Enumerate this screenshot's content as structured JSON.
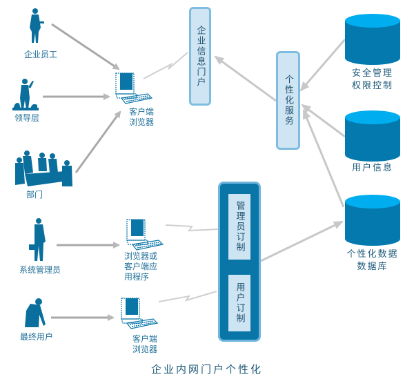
{
  "title": "企业内网门户个性化",
  "actors": [
    {
      "id": "employee",
      "label": "企业员工",
      "icon": "person-standing-icon"
    },
    {
      "id": "leader",
      "label": "领导层",
      "icon": "person-presenting-icon"
    },
    {
      "id": "department",
      "label": "部门",
      "icon": "group-meeting-icon"
    },
    {
      "id": "admin",
      "label": "系统管理员",
      "icon": "businessman-briefcase-icon"
    },
    {
      "id": "enduser",
      "label": "最终用户",
      "icon": "person-bending-icon"
    }
  ],
  "clients": [
    {
      "id": "client1",
      "label_lines": [
        "客户端",
        "浏览器"
      ],
      "icon": "computer-icon"
    },
    {
      "id": "client2",
      "label_lines": [
        "浏览器或",
        "客户端应",
        "用程序"
      ],
      "icon": "computer-icon"
    },
    {
      "id": "client3",
      "label_lines": [
        "客户端",
        "浏览器"
      ],
      "icon": "computer-icon"
    }
  ],
  "portal": {
    "label": "企业信息门户"
  },
  "service": {
    "label": "个性化服务"
  },
  "customization": {
    "admin_label": "管理员订制",
    "user_label": "用户订制"
  },
  "databases": [
    {
      "id": "security",
      "label_lines": [
        "安全管理",
        "权限控制"
      ],
      "icon": "database-icon"
    },
    {
      "id": "userinfo",
      "label_lines": [
        "用户信息"
      ],
      "icon": "database-icon"
    },
    {
      "id": "personal",
      "label_lines": [
        "个性化数据",
        "数据库"
      ],
      "icon": "database-icon"
    }
  ],
  "colors": {
    "primary": "#0a76a8",
    "db_top": "#00aeef",
    "db_body": "#0379ad",
    "box_fill": "#cfe5f3",
    "box_border": "#7fbde0",
    "arrow": "#c4c4c4",
    "text": "#1f6f99"
  }
}
